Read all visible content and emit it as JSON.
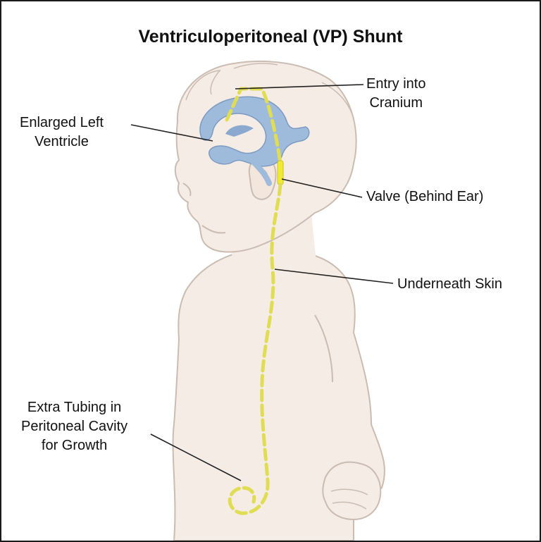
{
  "title": "Ventriculoperitoneal (VP) Shunt",
  "labels": {
    "entry": [
      "Entry into",
      "Cranium"
    ],
    "ventricle": [
      "Enlarged Left",
      "Ventricle"
    ],
    "valve": [
      "Valve (Behind Ear)"
    ],
    "skin": [
      "Underneath Skin"
    ],
    "tubing": [
      "Extra Tubing in",
      "Peritoneal Cavity",
      "for Growth"
    ]
  },
  "colors": {
    "skin": "#f6ece6",
    "outline": "#cbbcb2",
    "ventricle": "#9fbbdc",
    "tube": "#e0dd55",
    "valve": "#f2e935",
    "leader": "#222222"
  }
}
